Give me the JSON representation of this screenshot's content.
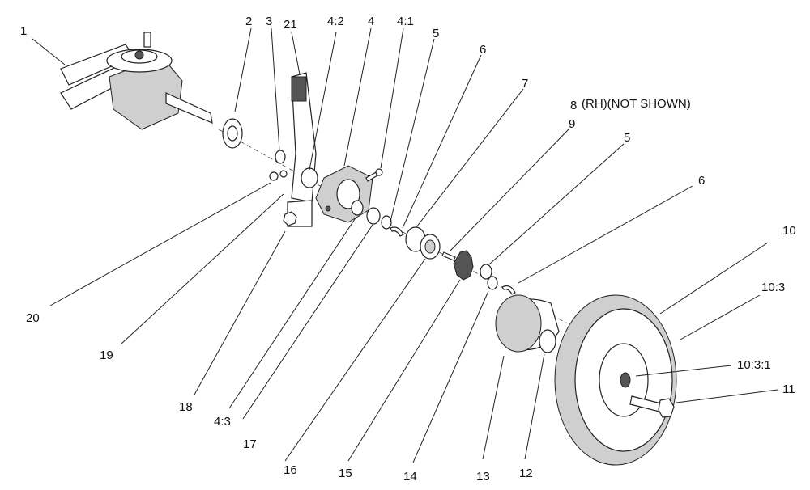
{
  "callouts": {
    "c1": "1",
    "c2": "2",
    "c3": "3",
    "c21": "21",
    "c4_2": "4:2",
    "c4": "4",
    "c4_1": "4:1",
    "c5a": "5",
    "c6a": "6",
    "c7": "7",
    "c8": "8",
    "c8_note": "(RH)(NOT SHOWN)",
    "c9": "9",
    "c5b": "5",
    "c6b": "6",
    "c10": "10",
    "c10_3": "10:3",
    "c10_3_1": "10:3:1",
    "c11": "11",
    "c20": "20",
    "c19": "19",
    "c18": "18",
    "c4_3": "4:3",
    "c17": "17",
    "c16": "16",
    "c15": "15",
    "c14": "14",
    "c13": "13",
    "c12": "12"
  }
}
